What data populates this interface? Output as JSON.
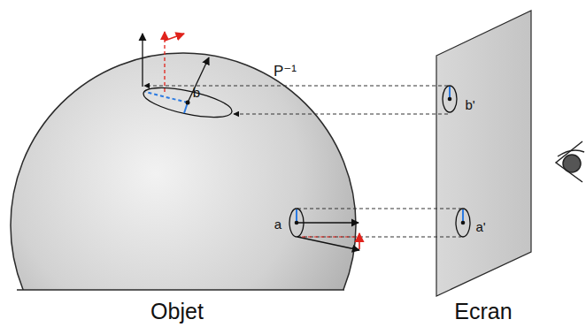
{
  "diagram": {
    "labels": [
      "P⁻¹",
      "b",
      "b'",
      "a",
      "a'",
      "Objet",
      "Ecran"
    ]
  }
}
